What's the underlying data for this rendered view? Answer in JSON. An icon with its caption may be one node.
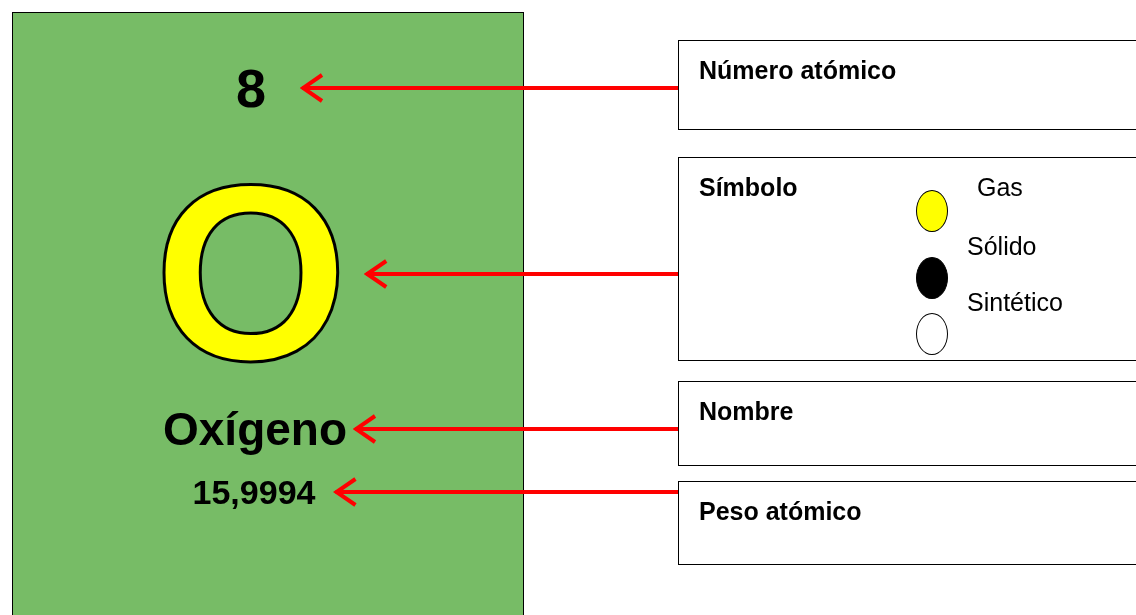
{
  "diagram": {
    "nodes": [
      {
        "text": [],
        "shape": "box"
      },
      {
        "text": [
          "8"
        ],
        "in": 0
      },
      {
        "text": [
          "O"
        ],
        "in": 0
      },
      {
        "text": [
          "Oxígeno"
        ],
        "in": 0
      },
      {
        "text": [
          "15,9994"
        ],
        "in": 0
      },
      {
        "text": [
          "Número atómico"
        ]
      },
      {
        "text": [
          "Símbolo"
        ]
      },
      {
        "text": [
          "Nombre"
        ]
      },
      {
        "text": [
          "Peso atómico"
        ]
      }
    ],
    "edges": [
      {
        "from": 5,
        "to": 1,
        "arrow": "to"
      },
      {
        "from": 6,
        "to": 2,
        "arrow": "to"
      },
      {
        "from": 7,
        "to": 3,
        "arrow": "to"
      },
      {
        "from": 8,
        "to": 4,
        "arrow": "to"
      }
    ],
    "legend": [
      {
        "text": "Gas",
        "color": "#ffff00"
      },
      {
        "text": "Sólido",
        "color": "#000000"
      },
      {
        "text": "Sintético",
        "color": "#ffffff"
      }
    ]
  }
}
